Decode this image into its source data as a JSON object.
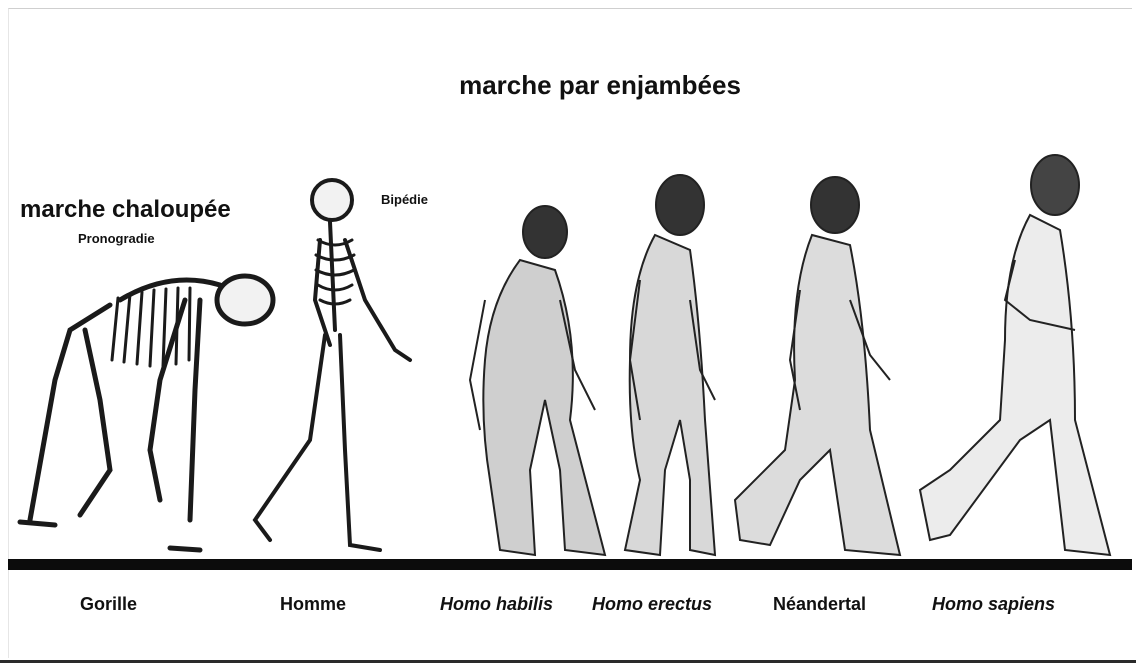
{
  "title": "marche par enjambées",
  "left_heading": "marche chaloupée",
  "left_subheading": "Pronogradie",
  "skeleton_note": "Bipédie",
  "labels": {
    "gorilla": "Gorille",
    "human": "Homme",
    "habilis": "Homo habilis",
    "erectus": "Homo erectus",
    "neandertal": "Néandertal",
    "sapiens": "Homo sapiens"
  }
}
